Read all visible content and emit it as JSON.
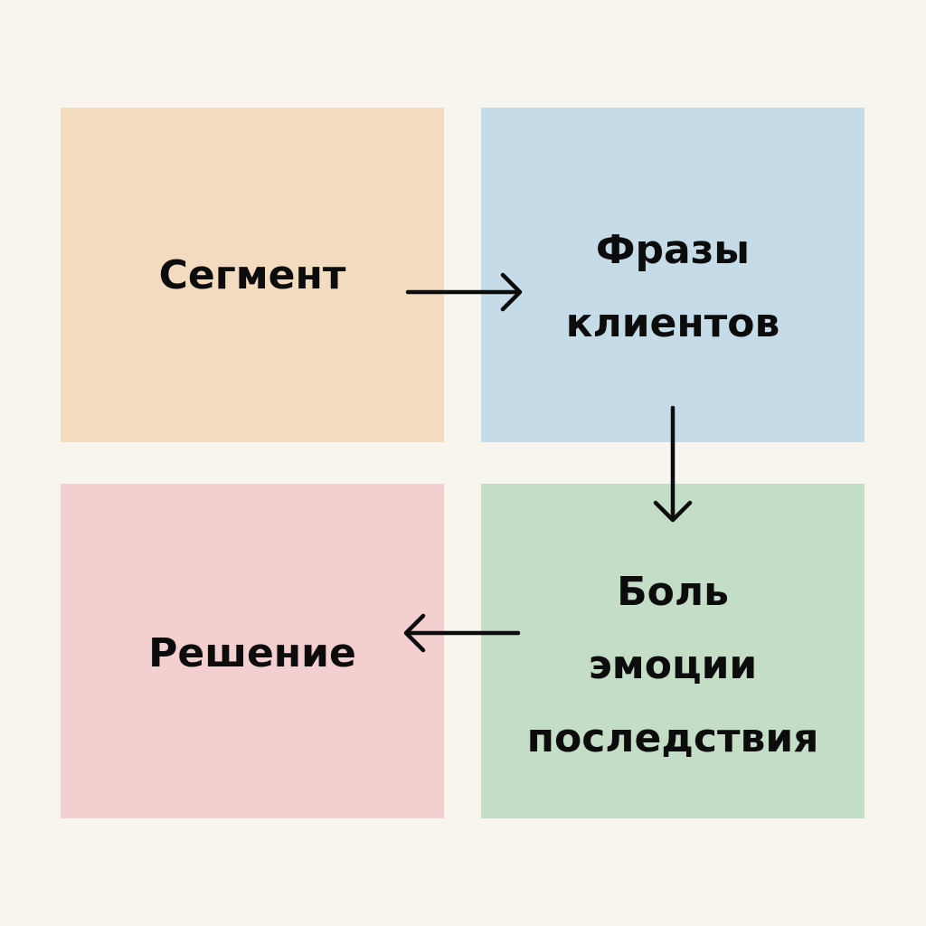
{
  "diagram": {
    "background": "#f8f4ee",
    "boxes": [
      {
        "id": "segment",
        "label": "Сегмент",
        "color": "#f3dbbf"
      },
      {
        "id": "phrases",
        "label": "Фразы\nклиентов",
        "color": "#c5dce8"
      },
      {
        "id": "pain",
        "label": "Боль\nэмоции\nпоследствия",
        "color": "#c3ddc7"
      },
      {
        "id": "solution",
        "label": "Решение",
        "color": "#f3cfcf"
      }
    ],
    "arrows": [
      {
        "from": "segment",
        "to": "phrases",
        "direction": "right"
      },
      {
        "from": "phrases",
        "to": "pain",
        "direction": "down"
      },
      {
        "from": "pain",
        "to": "solution",
        "direction": "left"
      }
    ],
    "arrow_color": "#0c0c0c"
  }
}
